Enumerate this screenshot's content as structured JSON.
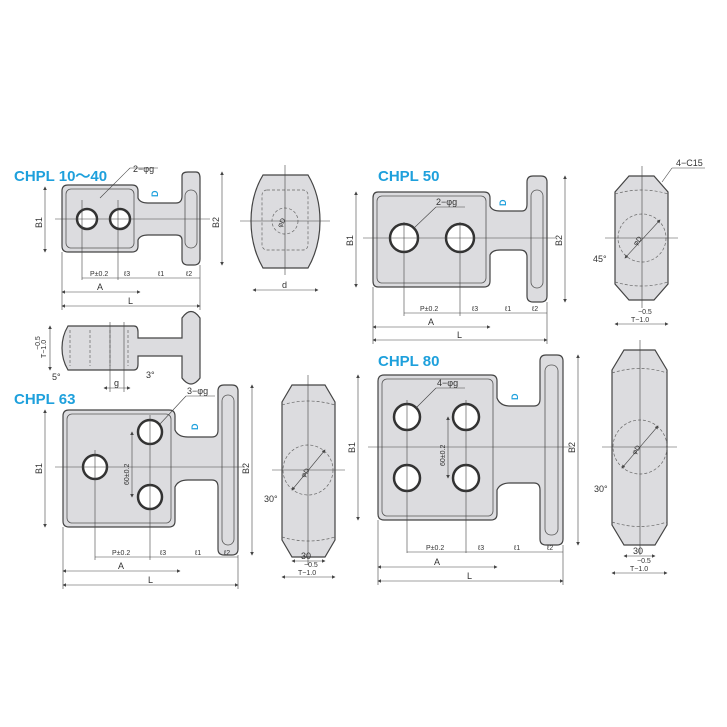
{
  "titles": {
    "chpl_10_40": "CHPL 10～40",
    "chpl_50": "CHPL 50",
    "chpl_63": "CHPL 63",
    "chpl_80": "CHPL 80"
  },
  "labels": {
    "B1": "B1",
    "B2": "B2",
    "D": "D",
    "P": "P±0.2",
    "l3": "ℓ3",
    "l1": "ℓ1",
    "l2": "ℓ2",
    "A": "A",
    "L": "L",
    "d": "d",
    "phiD": "φD",
    "hole2": "2−φg",
    "hole3": "3−φg",
    "hole4": "4−φg",
    "T": "T−1.0",
    "T_tol": "−0.5",
    "ang5": "5°",
    "ang3": "3°",
    "ang30": "30°",
    "ang45": "45°",
    "g": "g",
    "pitch60": "60±0.2",
    "w30": "30",
    "chamfer": "4−C15"
  },
  "colors": {
    "accent": "#1ea0dc",
    "part": "#dcdcdf"
  }
}
